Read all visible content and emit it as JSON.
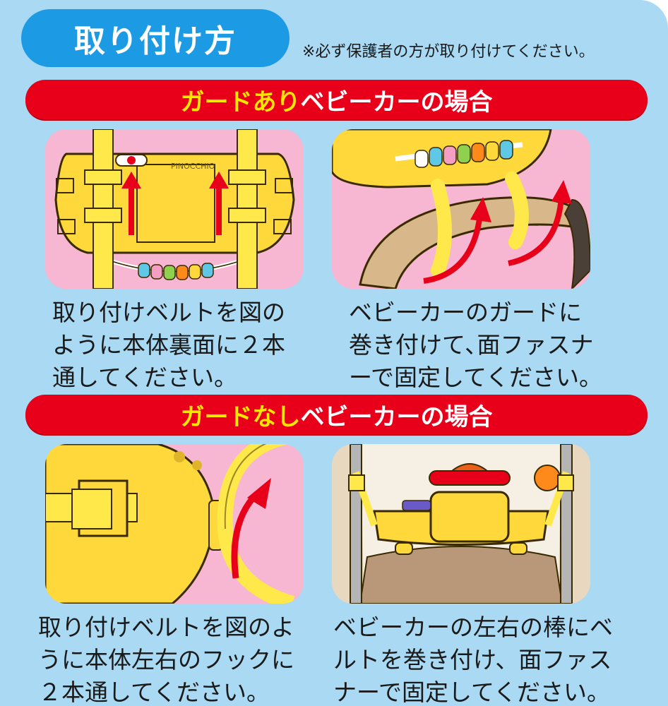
{
  "header": {
    "title": "取り付け方",
    "note": "※必ず保護者の方が取り付けてください。"
  },
  "section_guard": {
    "band_highlight": "ガードあり",
    "band_rest": "ベビーカーの場合",
    "step1_caption": "取り付けベルトを図の\nように本体裏面に２本\n通してください。",
    "step2_caption": "ベビーカーのガードに\n巻き付けて､面ファスナ\nーで固定してください。",
    "brand_label": "PINOCCHIO"
  },
  "section_noguard": {
    "band_highlight": "ガードなし",
    "band_rest": "ベビーカーの場合",
    "step1_caption": "取り付けベルトを図のよ\nうに本体左右のフックに\n２本通してください。",
    "step2_caption": "ベビーカーの左右の棒にベ\nルトを巻き付け、面ファス\nナーで固定してください。"
  },
  "colors": {
    "background": "#a9d9f3",
    "title_pill": "#1c9be4",
    "band_red": "#e8001a",
    "band_highlight": "#ffe600",
    "arrow_red": "#e8001a",
    "toy_yellow": "#ffd93b",
    "panel_pink": "#f7b6d2"
  }
}
